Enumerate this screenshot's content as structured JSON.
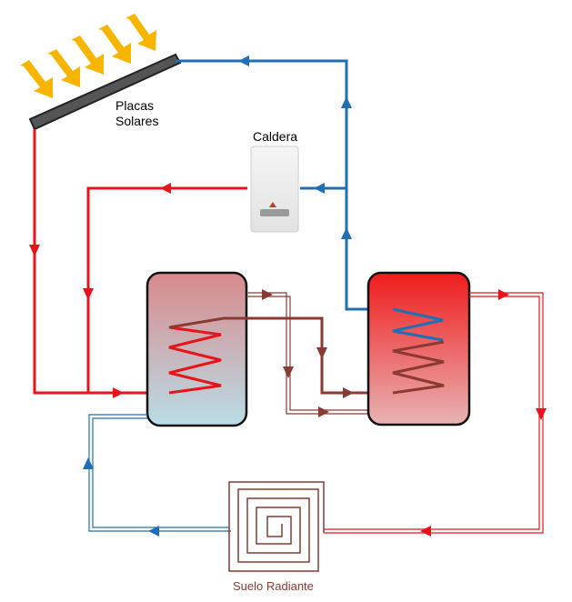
{
  "labels": {
    "solar_panels_line1": "Placas",
    "solar_panels_line2": "Solares",
    "boiler": "Caldera",
    "radiant_floor": "Suelo Radiante"
  },
  "colors": {
    "hot_pipe": "#e8141b",
    "cold_pipe": "#1f6fb8",
    "coil_pipe": "#8a3a32",
    "floor_return": "#e8141b",
    "sun_rays": "#f7b500",
    "panel": "#444444"
  },
  "icons": {
    "sun": "sun-rays-icon",
    "boiler": "boiler-unit-icon",
    "floor": "radiant-floor-spiral-icon"
  }
}
